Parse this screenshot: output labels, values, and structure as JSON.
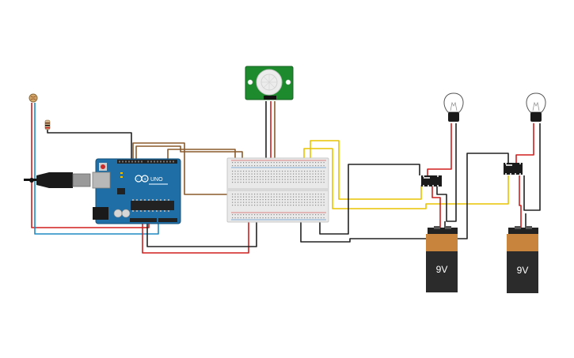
{
  "arduino": {
    "logo_text": "UNO"
  },
  "battery_1": {
    "label": "9V"
  },
  "battery_2": {
    "label": "9V"
  },
  "colors": {
    "background": "#ffffff",
    "wire_red": "#d01e1e",
    "wire_black": "#222222",
    "wire_blue": "#1e8bc3",
    "wire_yellow": "#e8c400",
    "wire_brown": "#8b5a2b",
    "arduino_board": "#1f6fa6",
    "breadboard": "#e6e6e6",
    "pir_board": "#1e8a2e",
    "battery_top": "#c8843c",
    "battery_body": "#2b2b2b"
  }
}
